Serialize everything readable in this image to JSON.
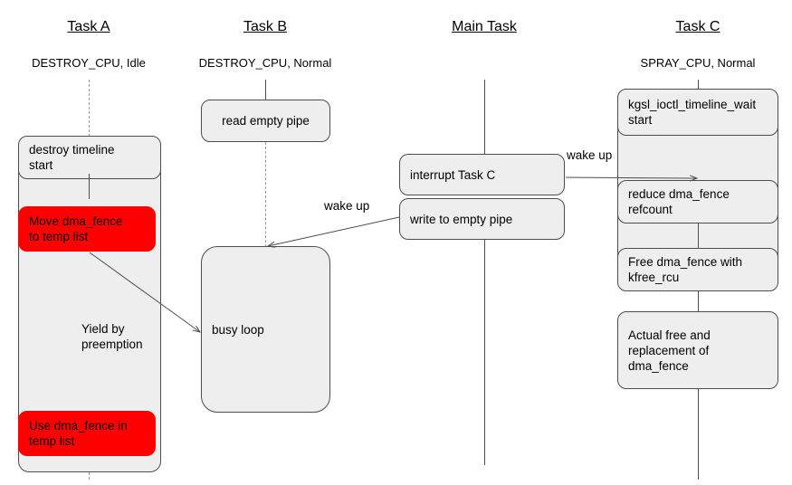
{
  "diagram": {
    "title_style": "sequence-diagram",
    "background": "#ffffff",
    "colors": {
      "box_fill": "#eeeeee",
      "box_stroke": "#4d4d4d",
      "highlight_fill": "#ff0000",
      "lifeline_dashed": "#9a9a9a",
      "text": "#000000"
    }
  },
  "columns": [
    {
      "id": "task-a",
      "title": "Task A",
      "subtitle": "DESTROY_CPU, Idle",
      "lifeline": "dashed"
    },
    {
      "id": "task-b",
      "title": "Task B",
      "subtitle": "DESTROY_CPU, Normal",
      "lifeline": "solid"
    },
    {
      "id": "main-task",
      "title": "Main Task",
      "subtitle": "",
      "lifeline": "solid"
    },
    {
      "id": "task-c",
      "title": "Task C",
      "subtitle": "SPRAY_CPU, Normal",
      "lifeline": "solid"
    }
  ],
  "boxes": {
    "a1": "destroy timeline\nstart",
    "a2": "Move dma_fence\nto temp list",
    "a3": "Use dma_fence in\ntemp list",
    "b1": "read empty pipe",
    "b2": "busy loop",
    "m1": "interrupt Task C",
    "m2": "write to empty pipe",
    "c1": "kgsl_ioctl_timeline_wait\nstart",
    "c2": "reduce dma_fence\nrefcount",
    "c3": "Free dma_fence with\nkfree_rcu",
    "c4": "Actual free and\nreplacement of\ndma_fence"
  },
  "edge_labels": {
    "yield": "Yield by\npreemption",
    "wake_b": "wake up",
    "wake_c": "wake up"
  }
}
